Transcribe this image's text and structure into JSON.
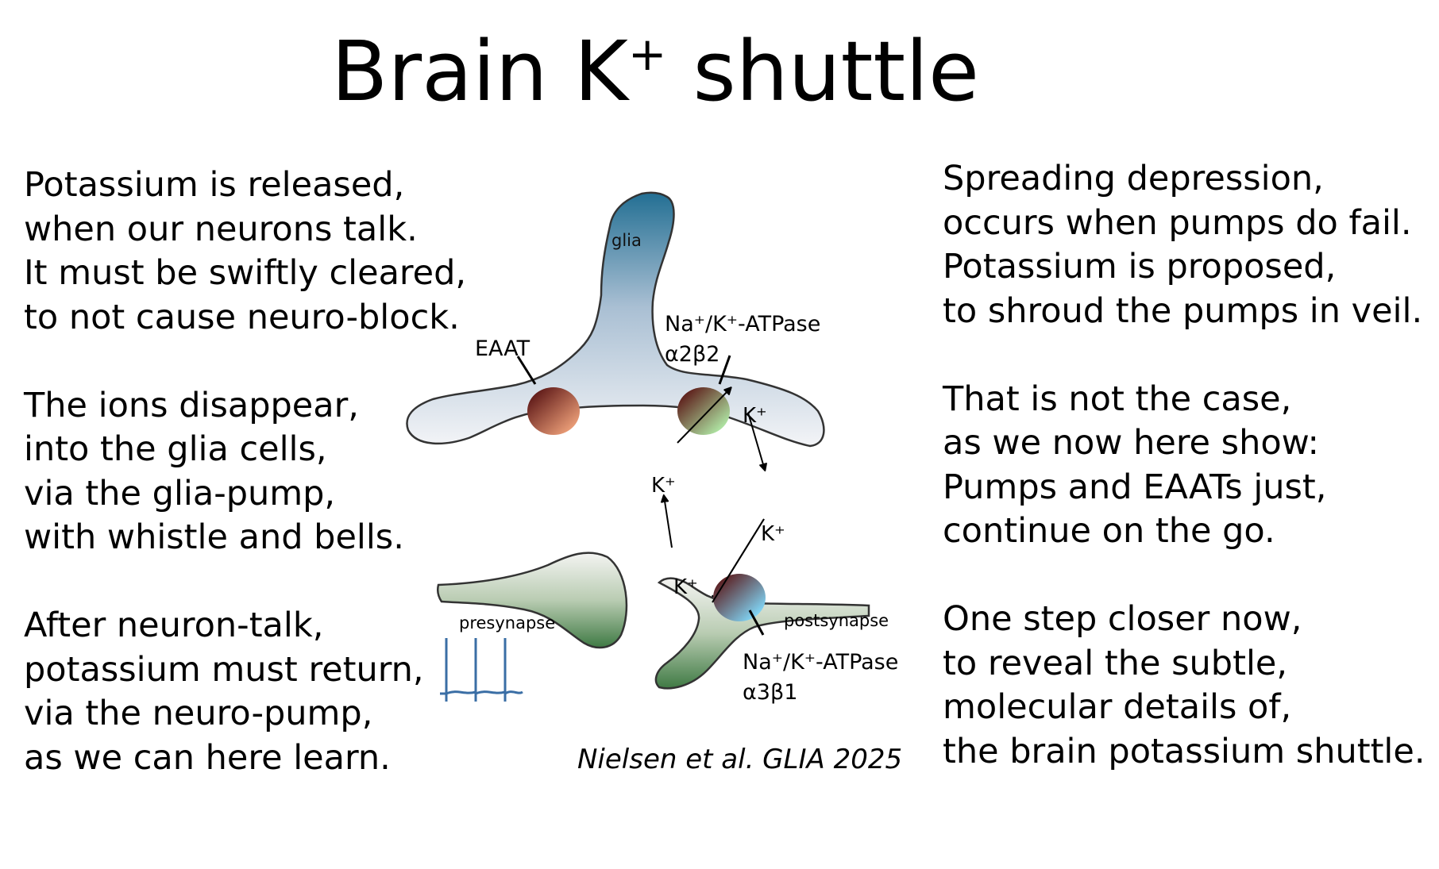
{
  "title": {
    "main": "Brain K",
    "sup": "+",
    "rest": " shuttle"
  },
  "left_poem": [
    [
      "Potassium is released,",
      "when our neurons talk.",
      "It must be swiftly cleared,",
      "to not cause neuro-block."
    ],
    [
      "The ions disappear,",
      "into the glia cells,",
      "via the glia-pump,",
      "with whistle and bells."
    ],
    [
      "After neuron-talk,",
      "potassium must return,",
      "via the neuro-pump,",
      "as we can here learn."
    ]
  ],
  "right_poem": [
    [
      "Spreading depression,",
      "occurs when pumps do fail.",
      "Potassium is proposed,",
      "to shroud the pumps in veil."
    ],
    [
      "That is not the case,",
      "as we now here show:",
      "Pumps and EAATs just,",
      "continue on the go."
    ],
    [
      "One step closer now,",
      "to reveal the subtle,",
      "molecular details of,",
      "the brain potassium shuttle."
    ]
  ],
  "diagram": {
    "glia": "glia",
    "eaat": "EAAT",
    "glia_pump": "Na⁺/K⁺-ATPase",
    "glia_pump_isoform": "α2β2",
    "neuron_pump": "Na⁺/K⁺-ATPase",
    "neuron_pump_isoform": "α3β1",
    "presynapse": "presynapse",
    "postsynapse": "postsynapse",
    "k_ion": "K⁺",
    "citation": "Nielsen et al. GLIA 2025"
  },
  "colors": {
    "glia_top": "#2c7597",
    "neuron_dark": "#3f7a44",
    "spike": "#3a6ea5"
  }
}
